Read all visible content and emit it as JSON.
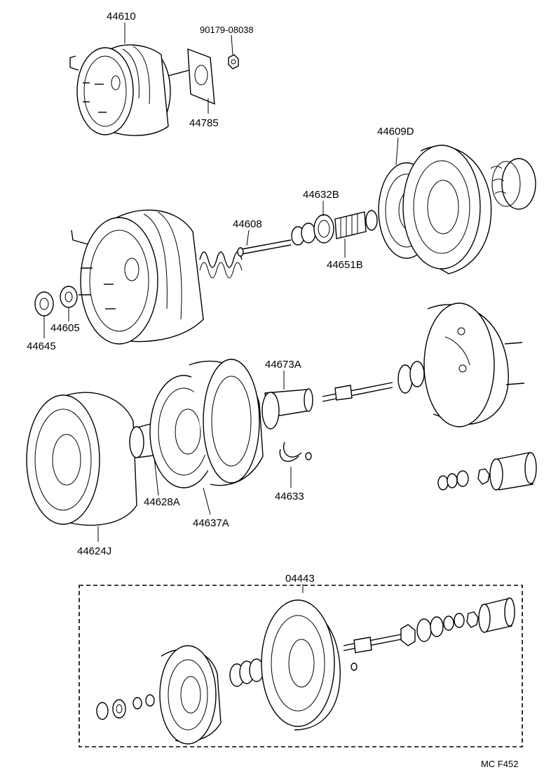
{
  "labels": {
    "p44610": "44610",
    "p90179": "90179-08038",
    "p44785": "44785",
    "p44609D": "44609D",
    "p44632B": "44632B",
    "p44608": "44608",
    "p44651B": "44651B",
    "p44605": "44605",
    "p44645": "44645",
    "p44673A": "44673A",
    "p44633": "44633",
    "p44628A": "44628A",
    "p44637A": "44637A",
    "p44624J": "44624J",
    "p04443": "04443",
    "footer": "MC F452"
  }
}
